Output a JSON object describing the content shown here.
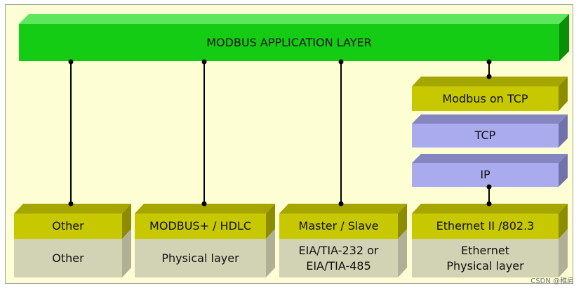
{
  "app_layer": {
    "label": "MODBUS APPLICATION LAYER"
  },
  "tcp_stack": {
    "modbus_tcp": "Modbus on TCP",
    "tcp": "TCP",
    "ip": "IP"
  },
  "columns": [
    {
      "top": "Other",
      "bottom": [
        "Other"
      ]
    },
    {
      "top": "MODBUS+ / HDLC",
      "bottom": [
        "Physical layer"
      ]
    },
    {
      "top": "Master / Slave",
      "bottom": [
        "EIA/TIA-232 or",
        "EIA/TIA-485"
      ]
    },
    {
      "top": "Ethernet II /802.3",
      "bottom": [
        "Ethernet",
        "Physical layer"
      ]
    }
  ],
  "watermark": "CSDN @稚肩",
  "colors": {
    "background": "#fefed4",
    "app_front": "#14cc14",
    "app_top": "#5ee65e",
    "app_side": "#0a8f0a",
    "olive_front": "#c8c800",
    "olive_top": "#a6a600",
    "olive_side": "#8c8c00",
    "tcp_front": "#aaaaee",
    "tcp_top": "#8585c0",
    "tcp_side": "#7272aa",
    "gray_front": "#d2d2b4",
    "gray_side": "#b0b096",
    "line": "#000000"
  }
}
